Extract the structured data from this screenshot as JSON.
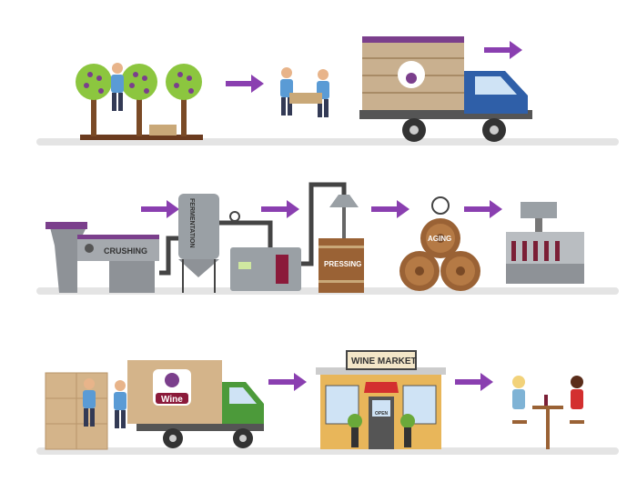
{
  "labels": {
    "crushing": "CRUSHING",
    "fermentation": "FERMENTATION",
    "pressing": "PRESSING",
    "aging": "AGING",
    "market_sign": "WINE MARKET",
    "open_sign": "OPEN",
    "truck_logo": "Wine"
  },
  "colors": {
    "arrow": "#8a3fb0",
    "grape": "#7b3f8c",
    "foliage": "#8cc63f",
    "wood": "#9a6235",
    "steel": "#8e9297",
    "truck_blue": "#2f5fa8",
    "truck_green": "#4c9a3a",
    "ground": "#e4e4e4"
  }
}
